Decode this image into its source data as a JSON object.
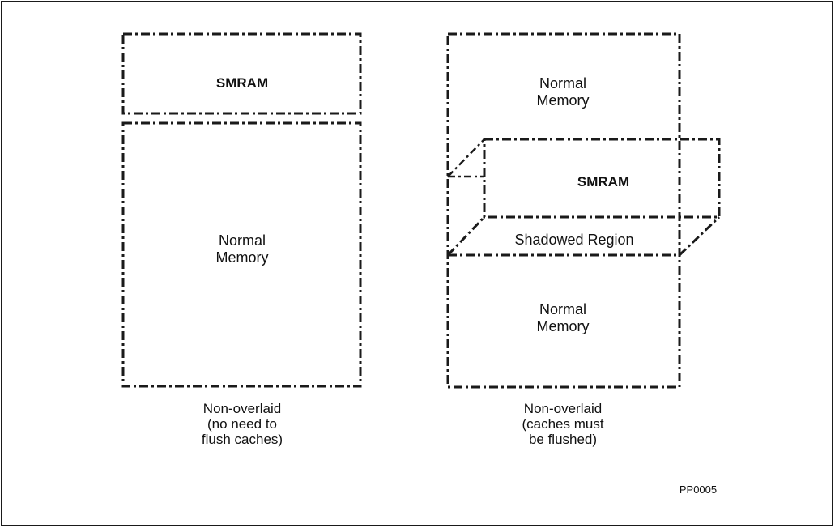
{
  "left": {
    "smram_label": "SMRAM",
    "memory_label_line1": "Normal",
    "memory_label_line2": "Memory",
    "caption_line1": "Non-overlaid",
    "caption_line2": "(no need to",
    "caption_line3": "flush caches)"
  },
  "right": {
    "top_memory_line1": "Normal",
    "top_memory_line2": "Memory",
    "smram_label": "SMRAM",
    "shadowed_label": "Shadowed Region",
    "bottom_memory_line1": "Normal",
    "bottom_memory_line2": "Memory",
    "caption_line1": "Non-overlaid",
    "caption_line2": "(caches must",
    "caption_line3": "be flushed)"
  },
  "figure_code": "PP0005",
  "colors": {
    "line": "#1a1a1a",
    "hatch": "#2a2a2a",
    "background": "#ffffff"
  }
}
